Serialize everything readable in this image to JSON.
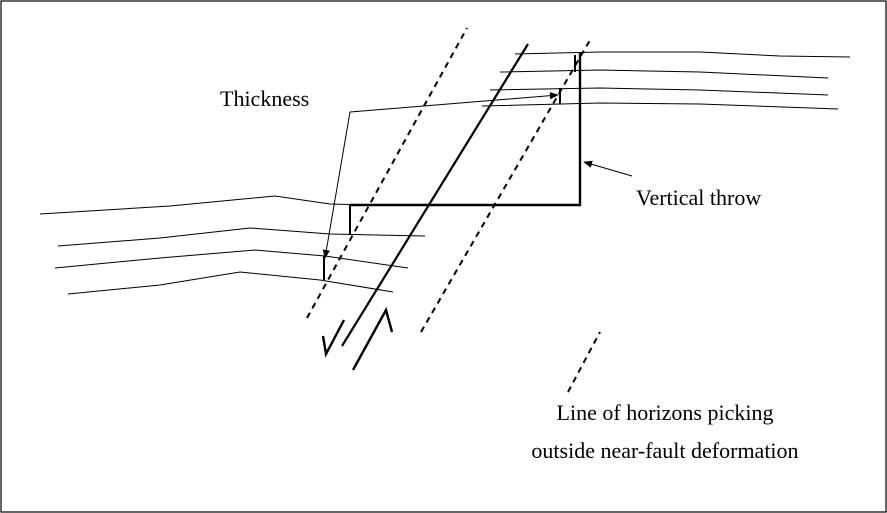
{
  "labels": {
    "thickness": "Thickness",
    "vertical_throw": "Vertical throw",
    "legend_line1": "Line of horizons picking",
    "legend_line2": "outside near-fault deformation"
  },
  "colors": {
    "ink": "#000000",
    "background": "#ffffff"
  }
}
